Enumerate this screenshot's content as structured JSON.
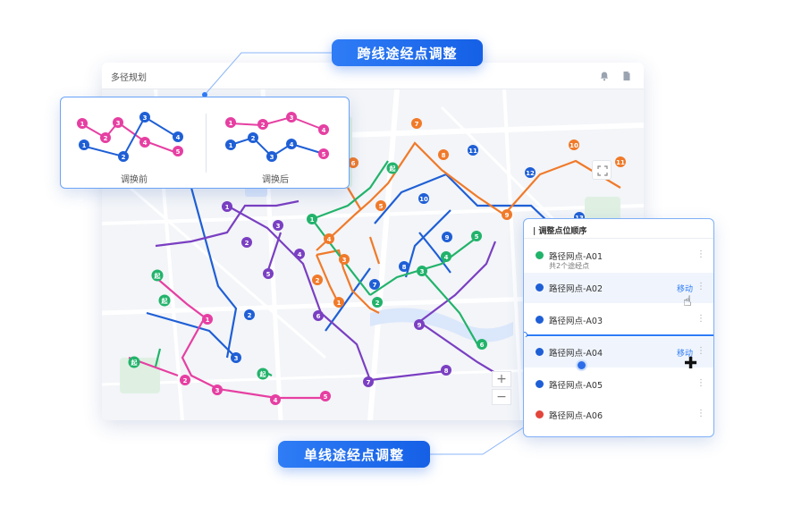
{
  "window": {
    "title": "多径规划"
  },
  "callouts": {
    "cross_line": "跨线途经点调整",
    "single_line": "单线途经点调整"
  },
  "comparison": {
    "before_label": "调换前",
    "after_label": "调换后"
  },
  "map": {
    "start_label": "起",
    "colors": {
      "blue": "#1f5fd6",
      "pink": "#e63fa2",
      "purple": "#7a3fc2",
      "orange": "#f07a2a",
      "green": "#22b36b"
    },
    "zoom_in": "+",
    "zoom_out": "−"
  },
  "order_panel": {
    "title": "| 调整点位顺序",
    "rows": [
      {
        "label": "路径网点-A01",
        "sub": "共2个途经点",
        "icon": "start-icon"
      },
      {
        "label": "路径网点-A02",
        "move": "移动",
        "icon": "waypoint-icon"
      },
      {
        "label": "路径网点-A03",
        "icon": "waypoint-icon"
      },
      {
        "label": "路径网点-A04",
        "move": "移动",
        "icon": "waypoint-icon"
      },
      {
        "label": "路径网点-A05",
        "icon": "waypoint-icon"
      },
      {
        "label": "路径网点-A06",
        "icon": "end-icon"
      }
    ],
    "drag_glyph": "⋮"
  }
}
